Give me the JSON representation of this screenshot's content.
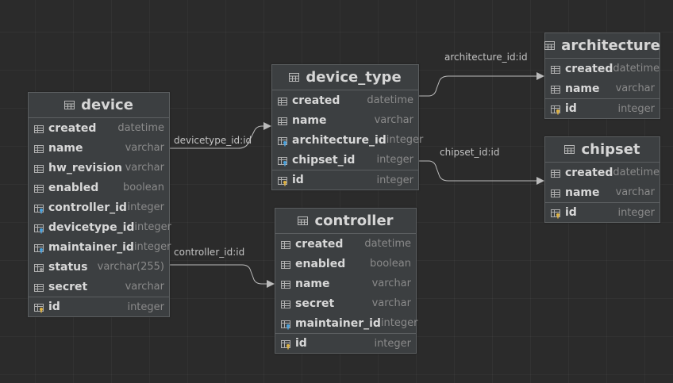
{
  "colors": {
    "background": "#2b2b2b",
    "table_bg": "#3c3f41",
    "column_text": "#d8d8d8",
    "type_text": "#8a8a8a",
    "connector": "#bbbbbb",
    "fk_icon": "#4aa3df",
    "pk_icon": "#e0b341"
  },
  "relations": {
    "devicetype": "devicetype_id:id",
    "controller": "controller_id:id",
    "architecture": "architecture_id:id",
    "chipset": "chipset_id:id"
  },
  "tables": {
    "device": {
      "name": "device",
      "columns": [
        {
          "name": "created",
          "type": "datetime"
        },
        {
          "name": "name",
          "type": "varchar"
        },
        {
          "name": "hw_revision",
          "type": "varchar"
        },
        {
          "name": "enabled",
          "type": "boolean"
        },
        {
          "name": "controller_id",
          "type": "integer"
        },
        {
          "name": "devicetype_id",
          "type": "integer"
        },
        {
          "name": "maintainer_id",
          "type": "integer"
        },
        {
          "name": "status",
          "type": "varchar(255)"
        },
        {
          "name": "secret",
          "type": "varchar"
        }
      ],
      "key": {
        "name": "id",
        "type": "integer"
      }
    },
    "device_type": {
      "name": "device_type",
      "columns": [
        {
          "name": "created",
          "type": "datetime"
        },
        {
          "name": "name",
          "type": "varchar"
        },
        {
          "name": "architecture_id",
          "type": "integer"
        },
        {
          "name": "chipset_id",
          "type": "integer"
        }
      ],
      "key": {
        "name": "id",
        "type": "integer"
      }
    },
    "controller": {
      "name": "controller",
      "columns": [
        {
          "name": "created",
          "type": "datetime"
        },
        {
          "name": "enabled",
          "type": "boolean"
        },
        {
          "name": "name",
          "type": "varchar"
        },
        {
          "name": "secret",
          "type": "varchar"
        },
        {
          "name": "maintainer_id",
          "type": "integer"
        }
      ],
      "key": {
        "name": "id",
        "type": "integer"
      }
    },
    "architecture": {
      "name": "architecture",
      "columns": [
        {
          "name": "created",
          "type": "datetime"
        },
        {
          "name": "name",
          "type": "varchar"
        }
      ],
      "key": {
        "name": "id",
        "type": "integer"
      }
    },
    "chipset": {
      "name": "chipset",
      "columns": [
        {
          "name": "created",
          "type": "datetime"
        },
        {
          "name": "name",
          "type": "varchar"
        }
      ],
      "key": {
        "name": "id",
        "type": "integer"
      }
    }
  }
}
